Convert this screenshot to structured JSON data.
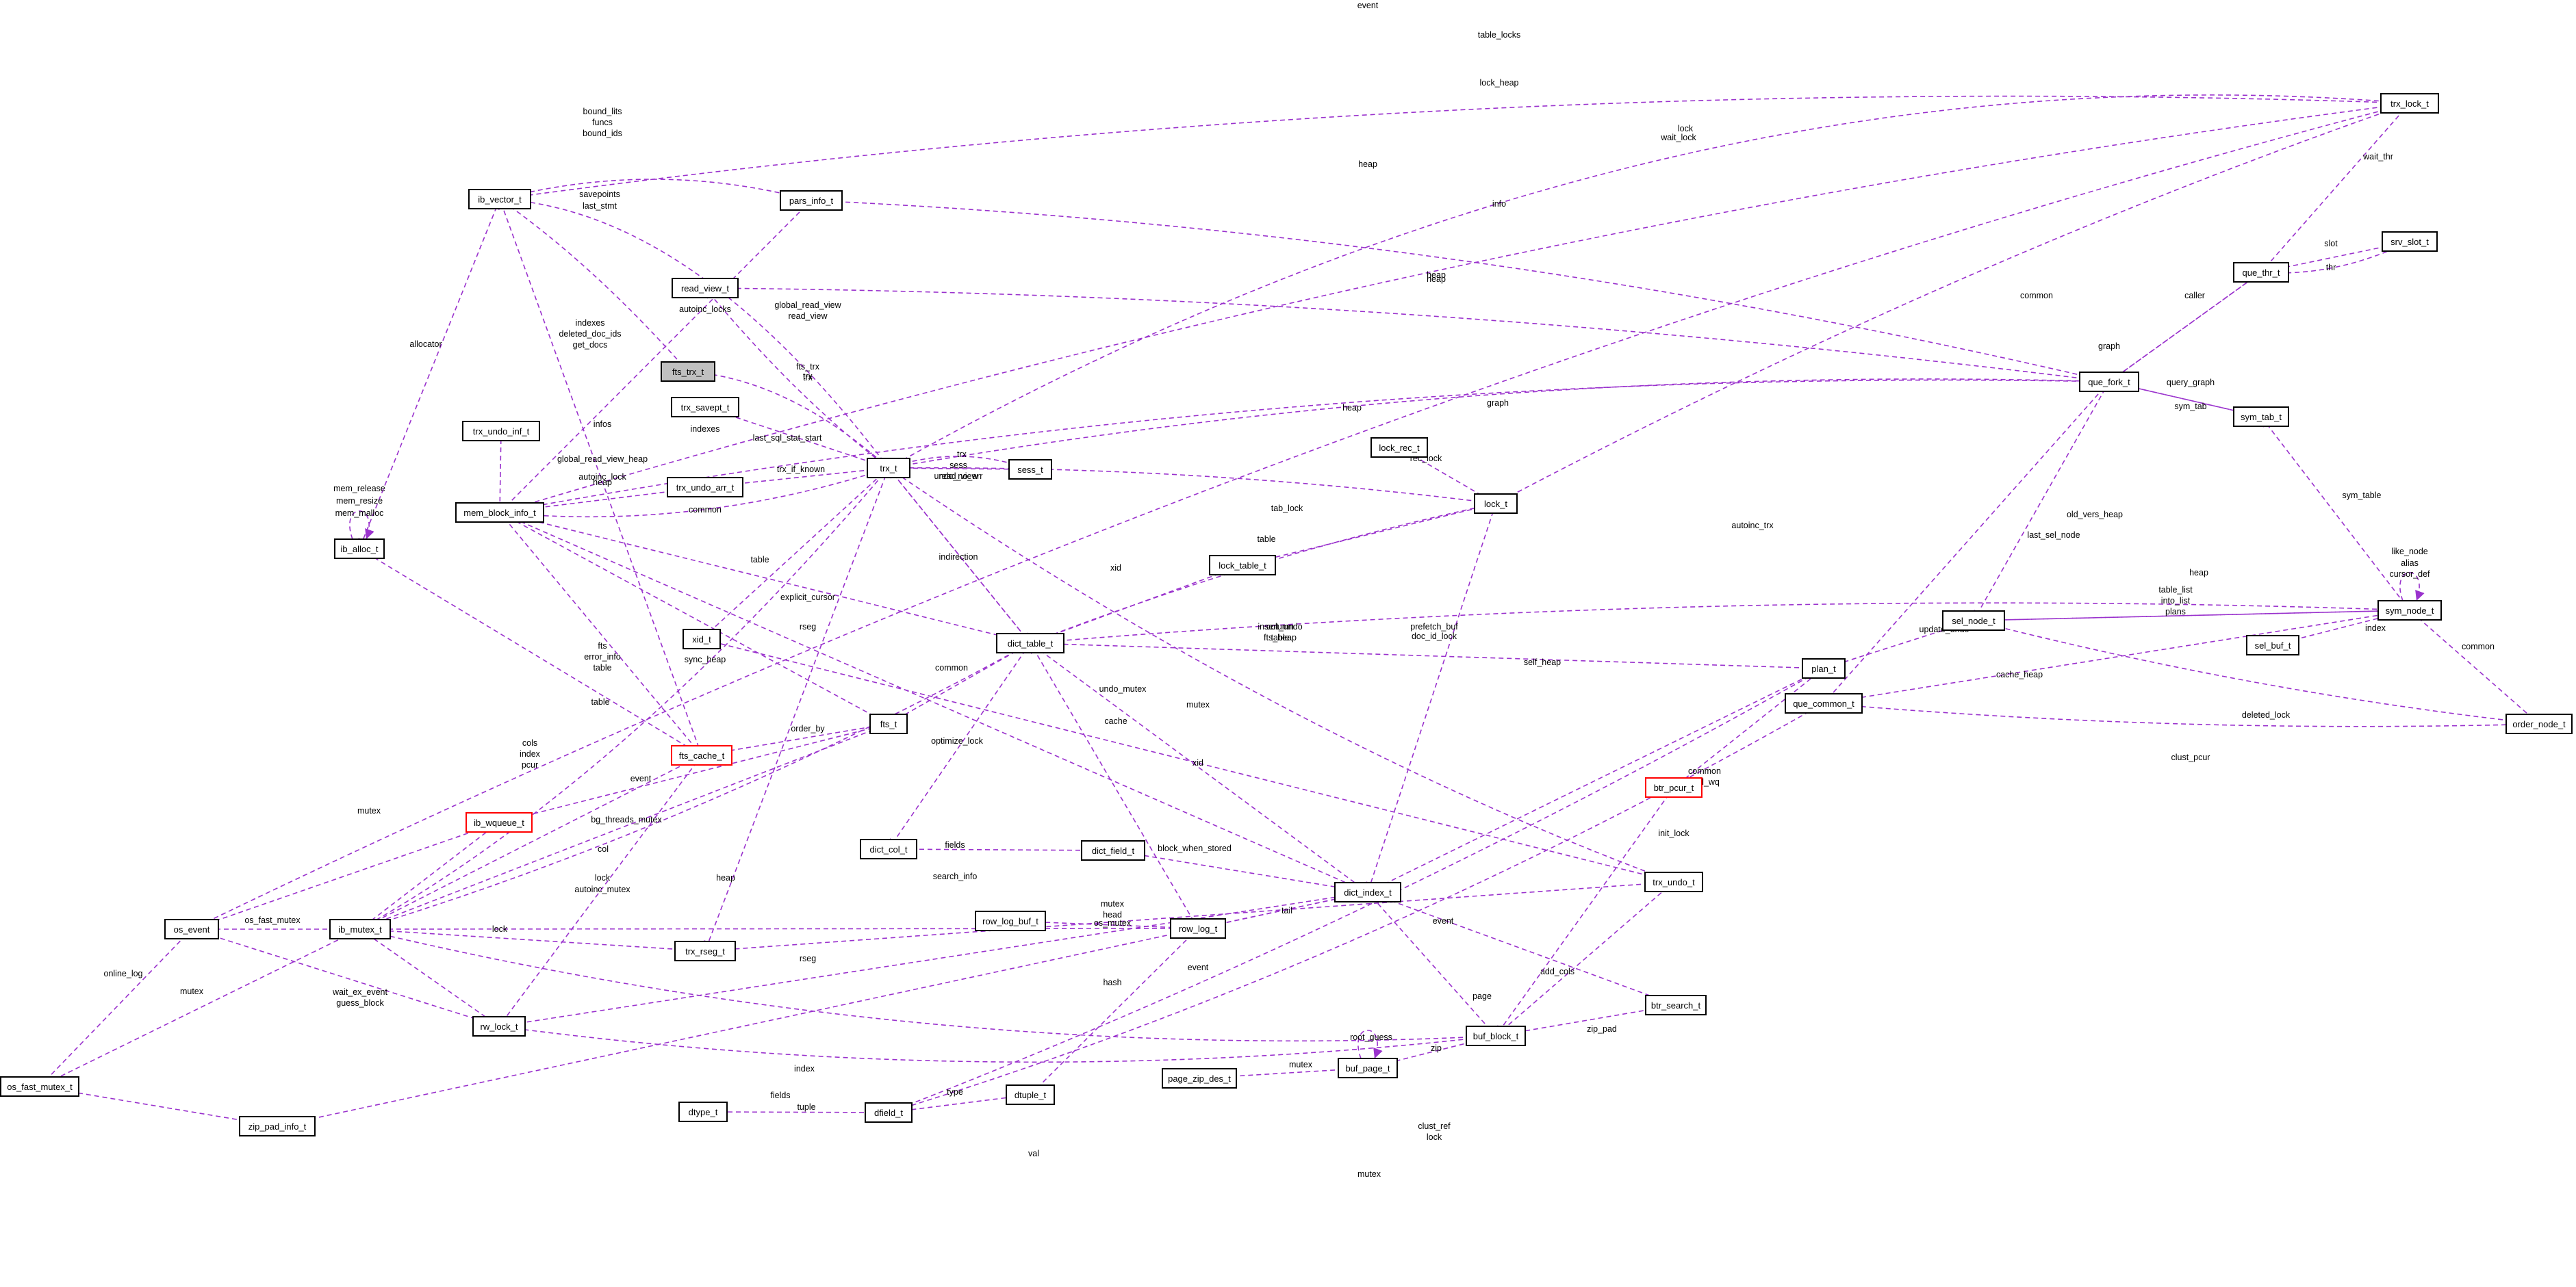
{
  "colors": {
    "edge": "#9a32cd",
    "node_border": "#000000",
    "highlight_fill": "#c0c0c0",
    "incomplete_border": "#ff0000"
  },
  "nodes": [
    {
      "id": "fts_trx_t",
      "label": "fts_trx_t",
      "style": "highlight"
    },
    {
      "id": "ib_vector_t",
      "label": "ib_vector_t"
    },
    {
      "id": "pars_info_t",
      "label": "pars_info_t"
    },
    {
      "id": "read_view_t",
      "label": "read_view_t"
    },
    {
      "id": "trx_savept_t",
      "label": "trx_savept_t"
    },
    {
      "id": "trx_t",
      "label": "trx_t"
    },
    {
      "id": "sess_t",
      "label": "sess_t"
    },
    {
      "id": "trx_undo_inf_t",
      "label": "trx_undo_inf_t"
    },
    {
      "id": "trx_undo_arr_t",
      "label": "trx_undo_arr_t"
    },
    {
      "id": "mem_block_info_t",
      "label": "mem_block_info_t"
    },
    {
      "id": "ib_alloc_t",
      "label": "ib_alloc_t"
    },
    {
      "id": "xid_t",
      "label": "xid_t"
    },
    {
      "id": "fts_t",
      "label": "fts_t"
    },
    {
      "id": "fts_cache_t",
      "label": "fts_cache_t",
      "style": "incomplete"
    },
    {
      "id": "ib_wqueue_t",
      "label": "ib_wqueue_t",
      "style": "incomplete"
    },
    {
      "id": "os_event",
      "label": "os_event"
    },
    {
      "id": "ib_mutex_t",
      "label": "ib_mutex_t"
    },
    {
      "id": "os_fast_mutex_t",
      "label": "os_fast_mutex_t"
    },
    {
      "id": "rw_lock_t",
      "label": "rw_lock_t"
    },
    {
      "id": "trx_rseg_t",
      "label": "trx_rseg_t"
    },
    {
      "id": "zip_pad_info_t",
      "label": "zip_pad_info_t"
    },
    {
      "id": "dtype_t",
      "label": "dtype_t"
    },
    {
      "id": "dfield_t",
      "label": "dfield_t"
    },
    {
      "id": "dtuple_t",
      "label": "dtuple_t"
    },
    {
      "id": "dict_col_t",
      "label": "dict_col_t"
    },
    {
      "id": "dict_field_t",
      "label": "dict_field_t"
    },
    {
      "id": "row_log_buf_t",
      "label": "row_log_buf_t"
    },
    {
      "id": "row_log_t",
      "label": "row_log_t"
    },
    {
      "id": "dict_table_t",
      "label": "dict_table_t"
    },
    {
      "id": "lock_table_t",
      "label": "lock_table_t"
    },
    {
      "id": "lock_rec_t",
      "label": "lock_rec_t"
    },
    {
      "id": "lock_t",
      "label": "lock_t"
    },
    {
      "id": "dict_index_t",
      "label": "dict_index_t"
    },
    {
      "id": "page_zip_des_t",
      "label": "page_zip_des_t"
    },
    {
      "id": "buf_page_t",
      "label": "buf_page_t"
    },
    {
      "id": "buf_block_t",
      "label": "buf_block_t"
    },
    {
      "id": "btr_search_t",
      "label": "btr_search_t"
    },
    {
      "id": "trx_undo_t",
      "label": "trx_undo_t"
    },
    {
      "id": "btr_pcur_t",
      "label": "btr_pcur_t",
      "style": "incomplete"
    },
    {
      "id": "plan_t",
      "label": "plan_t"
    },
    {
      "id": "que_common_t",
      "label": "que_common_t"
    },
    {
      "id": "sel_node_t",
      "label": "sel_node_t"
    },
    {
      "id": "que_fork_t",
      "label": "que_fork_t"
    },
    {
      "id": "que_thr_t",
      "label": "que_thr_t"
    },
    {
      "id": "sym_tab_t",
      "label": "sym_tab_t"
    },
    {
      "id": "sym_node_t",
      "label": "sym_node_t"
    },
    {
      "id": "sel_buf_t",
      "label": "sel_buf_t"
    },
    {
      "id": "order_node_t",
      "label": "order_node_t"
    },
    {
      "id": "trx_lock_t",
      "label": "trx_lock_t"
    },
    {
      "id": "srv_slot_t",
      "label": "srv_slot_t"
    }
  ],
  "edge_labels": [
    "event",
    "table_locks",
    "lock_heap",
    "bound_lits",
    "funcs",
    "bound_ids",
    "lock",
    "wait_lock",
    "wait_thr",
    "heap",
    "info",
    "savepoints",
    "last_stmt",
    "slot",
    "thr",
    "heap",
    "autoinc_locks",
    "global_read_view",
    "read_view",
    "heap",
    "common",
    "graph",
    "caller",
    "allocator",
    "indexes",
    "deleted_doc_ids",
    "get_docs",
    "fts_trx",
    "trx",
    "trx",
    "graph",
    "query_graph",
    "sym_tab",
    "infos",
    "last_sql_stat_start",
    "indexes",
    "trx",
    "sess",
    "read_view",
    "heap",
    "undo_no_arr",
    "trx_if_known",
    "rec_lock",
    "sym_table",
    "heap",
    "mem_release",
    "mem_resize",
    "mem_malloc",
    "global_read_view_heap",
    "autoinc_lock",
    "common",
    "last_sel_node",
    "tab_lock",
    "table",
    "xid",
    "autoinc_trx",
    "table",
    "indirection",
    "like_node",
    "alias",
    "cursor_def",
    "heap",
    "rseg",
    "explicit_cursor",
    "table_list",
    "into_list",
    "plans",
    "update_undo",
    "insert_undo",
    "table",
    "prefetch_buf",
    "column",
    "fts_heap",
    "old_vers_heap",
    "index",
    "common",
    "sync_heap",
    "self_heap",
    "cache_heap",
    "fts",
    "error_info",
    "table",
    "common",
    "undo_mutex",
    "mutex",
    "cache",
    "table",
    "order_by",
    "deleted_lock",
    "doc_id_lock",
    "optimize_lock",
    "cols",
    "index",
    "pcur",
    "clust_pcur",
    "common",
    "add_wq",
    "xid",
    "event",
    "mutex",
    "bg_threads_mutex",
    "col",
    "fields",
    "block_when_stored",
    "init_lock",
    "lock",
    "autoinc_mutex",
    "heap",
    "search_info",
    "event",
    "mutex",
    "head",
    "tail",
    "online_log",
    "os_mutex",
    "os_fast_mutex",
    "mutex",
    "lock",
    "rseg",
    "event",
    "wait_ex_event",
    "guess_block",
    "add_cols",
    "hash",
    "root_guess",
    "zip_pad",
    "index",
    "page",
    "zip",
    "mutex",
    "fields",
    "type",
    "tuple",
    "clust_ref",
    "lock",
    "val",
    "mutex"
  ]
}
